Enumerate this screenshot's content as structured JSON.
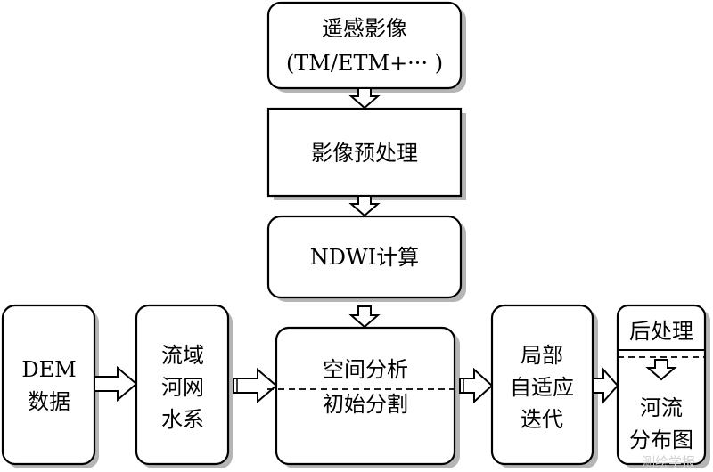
{
  "nodes": {
    "remote_sensing": {
      "line1": "遥感影像",
      "line2": "(TM/ETM+··· )"
    },
    "preprocess": {
      "label": "影像预处理"
    },
    "ndwi": {
      "label": "NDWI计算"
    },
    "dem": {
      "line1": "DEM",
      "line2": "数据"
    },
    "basin": {
      "line1": "流域",
      "line2": "河网",
      "line3": "水系"
    },
    "spatial": {
      "line1": "空间分析",
      "line2": "初始分割"
    },
    "local": {
      "line1": "局部",
      "line2": "自适应",
      "line3": "迭代"
    },
    "postprocess": {
      "top": "后处理",
      "line1": "河流",
      "line2": "分布图"
    }
  },
  "watermark": "测绘学报"
}
